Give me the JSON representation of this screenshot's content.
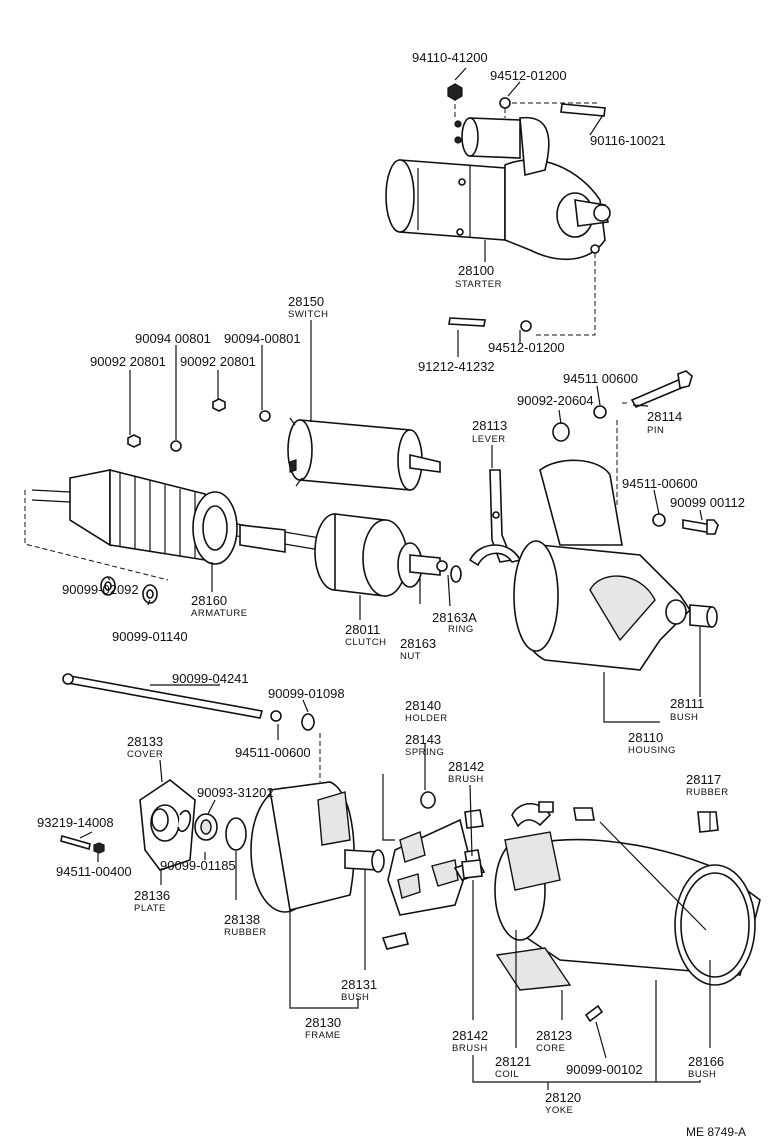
{
  "labels": {
    "p94110_41200": "94110-41200",
    "p94512_01200_top": "94512-01200",
    "p90116_10021": "90116-10021",
    "p28100": "28100",
    "starter": "STARTER",
    "p28150": "28150",
    "switch": "SWITCH",
    "p91212_41232": "91212-41232",
    "p94512_01200_bot": "94512-01200",
    "p90094_00801_a": "90094 00801",
    "p90094_00801_b": "90094-00801",
    "p90092_20801_a": "90092 20801",
    "p90092_20801_b": "90092 20801",
    "p94511_00600_top": "94511 00600",
    "p90092_20604": "90092-20604",
    "p28114": "28114",
    "pin": "PIN",
    "p28113": "28113",
    "lever": "LEVER",
    "p94511_00600_mid": "94511-00600",
    "p90099_00112": "90099 00112",
    "p90099_02092": "90099-02092",
    "p28160": "28160",
    "armature": "ARMATURE",
    "p90099_01140": "90099-01140",
    "p28011": "28011",
    "clutch": "CLUTCH",
    "p28163A": "28163A",
    "ring": "RING",
    "p28163": "28163",
    "nut": "NUT",
    "p28111": "28111",
    "bush": "BUSH",
    "p28110": "28110",
    "housing": "HOUSING",
    "p90099_04241": "90099-04241",
    "p90099_01098": "90099-01098",
    "p94511_00600_low": "94511-00600",
    "p28140": "28140",
    "holder": "HOLDER",
    "p28143": "28143",
    "spring": "SPRING",
    "p28142_top": "28142",
    "brush_top": "BRUSH",
    "p28133": "28133",
    "cover": "COVER",
    "p90093_31202": "90093-31202",
    "p28117": "28117",
    "rubber_top": "RUBBER",
    "p93219_14008": "93219-14008",
    "p94511_00400": "94511-00400",
    "p90099_01185": "90099-01185",
    "p28136": "28136",
    "plate": "PLATE",
    "p28138": "28138",
    "rubber": "RUBBER",
    "p28131": "28131",
    "bush_frame": "BUSH",
    "p28130": "28130",
    "frame": "FRAME",
    "p28142_bot": "28142",
    "brush_bot": "BRUSH",
    "p28123": "28123",
    "core": "CORE",
    "p28121": "28121",
    "coil": "COIL",
    "p90099_00102": "90099-00102",
    "p28166": "28166",
    "bush_yoke": "BUSH",
    "p28120": "28120",
    "yoke": "YOKE",
    "ref": "ME  8749-A"
  }
}
